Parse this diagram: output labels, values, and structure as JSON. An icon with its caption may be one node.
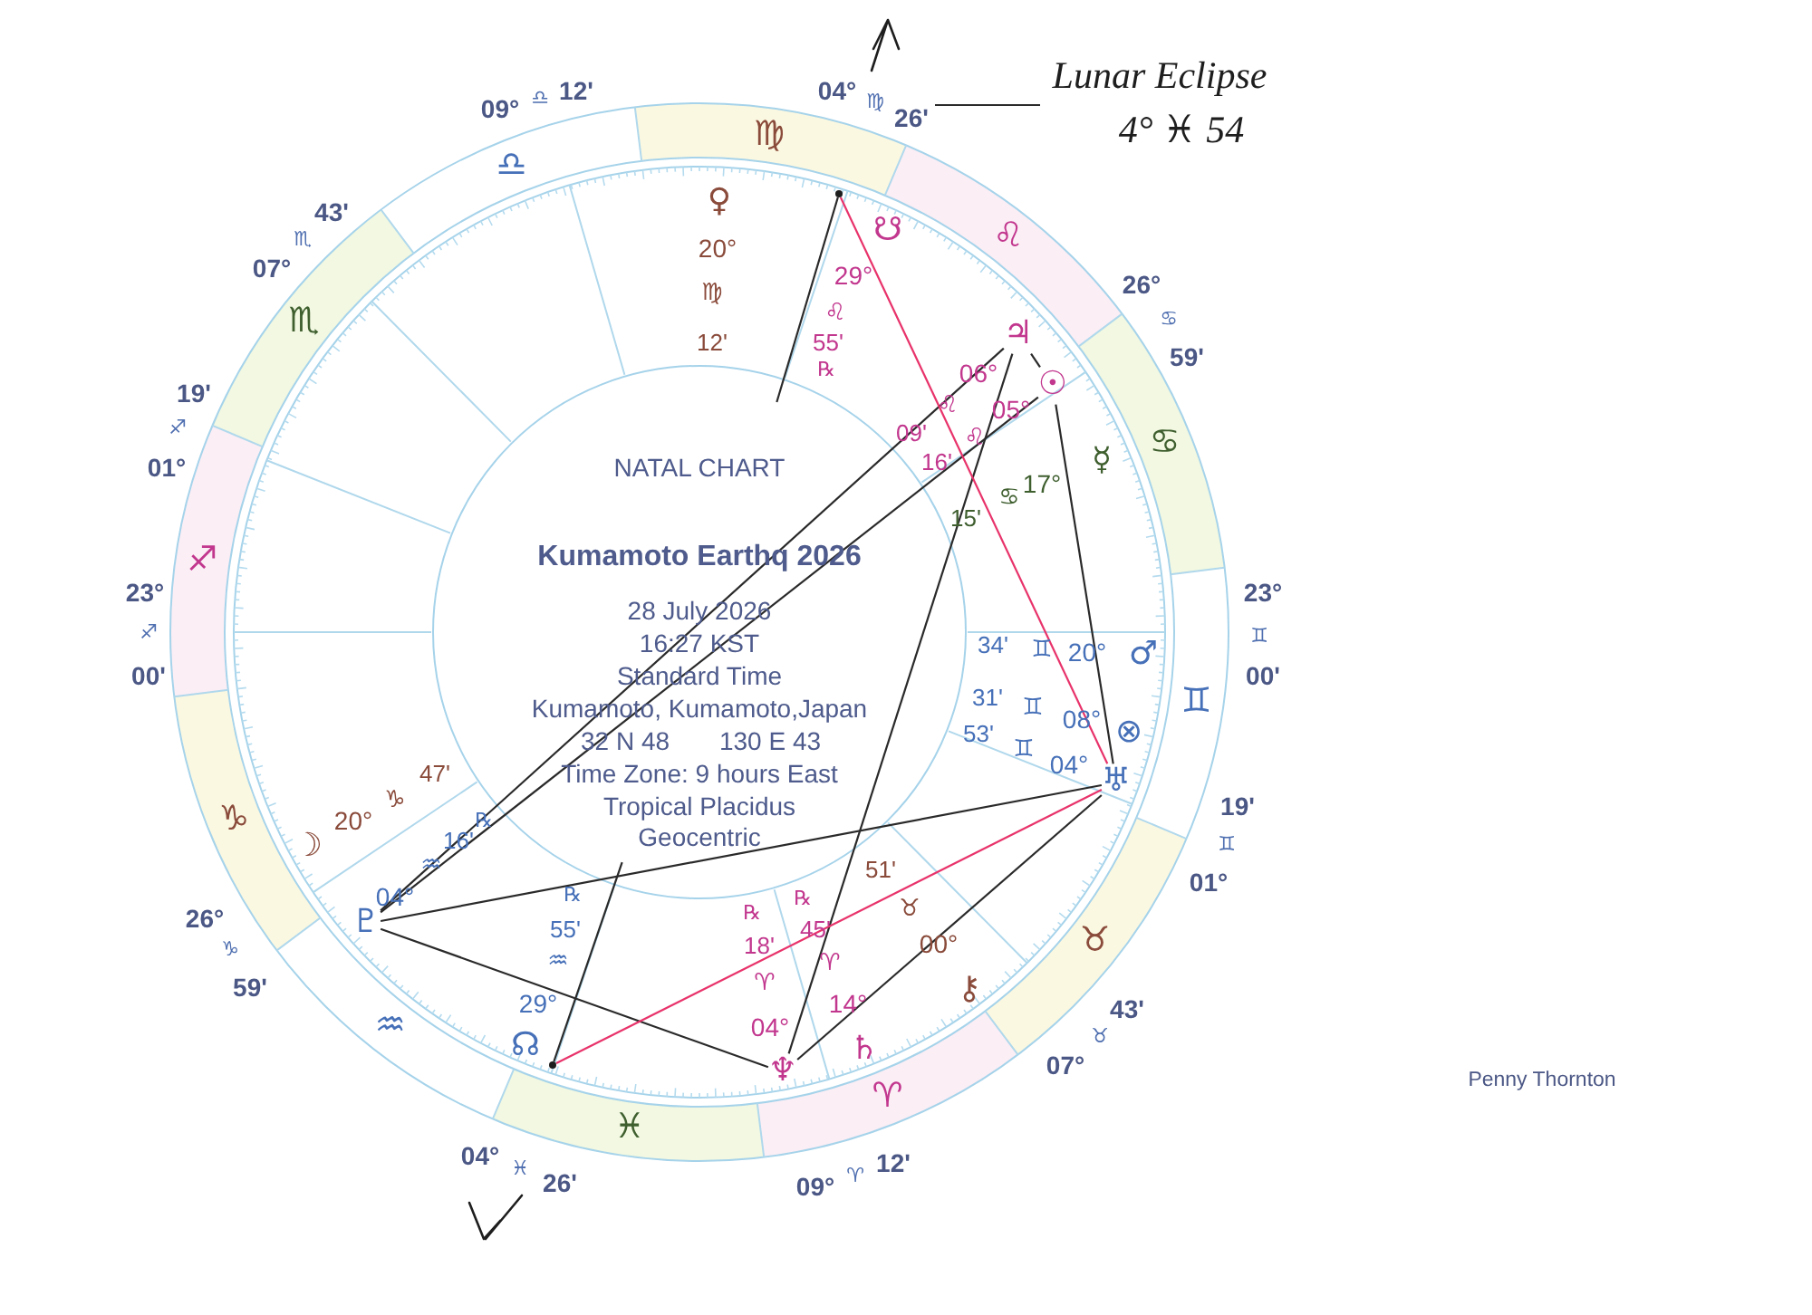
{
  "diagram": {
    "nodes": [
      {
        "text": [
          "04°",
          "♍",
          "26'"
        ]
      },
      {
        "text": [
          "Lunar Eclipse",
          "4° ♓ 54"
        ]
      },
      {
        "text": [
          "♀"
        ],
        "beside": [
          "20°",
          "♍",
          "12'"
        ]
      },
      {
        "text": [
          "☋"
        ],
        "beside": [
          "29°",
          "♌",
          "55'",
          "℞"
        ]
      },
      {
        "text": [
          "♃"
        ],
        "beside": [
          "06°",
          "♌",
          "09'"
        ]
      },
      {
        "text": [
          "☉"
        ],
        "beside": [
          "05°",
          "♌",
          "16'"
        ]
      },
      {
        "text": [
          "☿"
        ],
        "beside": [
          "17°",
          "♋",
          "15'"
        ]
      },
      {
        "text": [
          "♂"
        ],
        "beside": [
          "20°",
          "♊",
          "34'"
        ]
      },
      {
        "text": [
          "⊗"
        ],
        "beside": [
          "08°",
          "♊",
          "31'"
        ]
      },
      {
        "text": [
          "♅"
        ],
        "beside": [
          "04°",
          "♊",
          "53'"
        ]
      },
      {
        "text": [
          "⚷"
        ],
        "beside": [
          "00°",
          "♉",
          "51'"
        ]
      },
      {
        "text": [
          "♄"
        ],
        "beside": [
          "14°",
          "♈",
          "45'",
          "℞"
        ]
      },
      {
        "text": [
          "♆"
        ],
        "beside": [
          "04°",
          "♈",
          "18'",
          "℞"
        ]
      },
      {
        "text": [
          "☊"
        ],
        "beside": [
          "29°",
          "♒",
          "55'",
          "℞"
        ]
      },
      {
        "text": [
          "♇"
        ],
        "beside": [
          "04°",
          "♒",
          "16'",
          "℞"
        ]
      },
      {
        "text": [
          "☽"
        ],
        "beside": [
          "20°",
          "♑",
          "47'"
        ]
      },
      {
        "text": [],
        "shape": "circle"
      },
      {
        "text": [],
        "shape": "circle"
      }
    ],
    "edges": [
      {
        "from": 4,
        "to": 5,
        "arrow": "none"
      },
      {
        "from": 4,
        "to": 14,
        "arrow": "none"
      },
      {
        "from": 5,
        "to": 14,
        "arrow": "none"
      },
      {
        "from": 4,
        "to": 12,
        "arrow": "none"
      },
      {
        "from": 5,
        "to": 9,
        "arrow": "none"
      },
      {
        "from": 14,
        "to": 9,
        "arrow": "none"
      },
      {
        "from": 14,
        "to": 12,
        "arrow": "none"
      },
      {
        "from": 12,
        "to": 9,
        "arrow": "none"
      },
      {
        "from": 16,
        "to": 9,
        "arrow": "none",
        "color": "#e8336b"
      },
      {
        "from": 9,
        "to": 17,
        "arrow": "none",
        "color": "#e8336b"
      },
      {
        "from": 16,
        "to": null,
        "arrow": "none"
      },
      {
        "from": 17,
        "to": null,
        "arrow": "none"
      },
      {
        "from": 1,
        "to": 0,
        "arrow": "none"
      }
    ],
    "labels": [
      "09°",
      "♎",
      "12'",
      "07°",
      "♏",
      "43'",
      "26°",
      "♋",
      "59'",
      "01°",
      "♐",
      "19'",
      "23°",
      "♐",
      "00'",
      "23°",
      "♊",
      "00'",
      "01°",
      "♊",
      "19'",
      "26°",
      "♑",
      "59'",
      "07°",
      "♉",
      "43'",
      "04°",
      "♓",
      "26'",
      "09°",
      "♈",
      "12'",
      "♍",
      "♎",
      "♌",
      "♏",
      "♋",
      "♐",
      "♊",
      "♑",
      "♉",
      "♒",
      "♈",
      "♓",
      "NATAL CHART",
      "Kumamoto Earthq 2026",
      "28 July 2026",
      "16:27 KST",
      "Standard Time",
      "Kumamoto, Kumamoto,Japan",
      "32 N 48",
      "130 E 43",
      "Time Zone: 9 hours East",
      "Tropical Placidus",
      "Geocentric",
      "Penny Thornton"
    ]
  }
}
